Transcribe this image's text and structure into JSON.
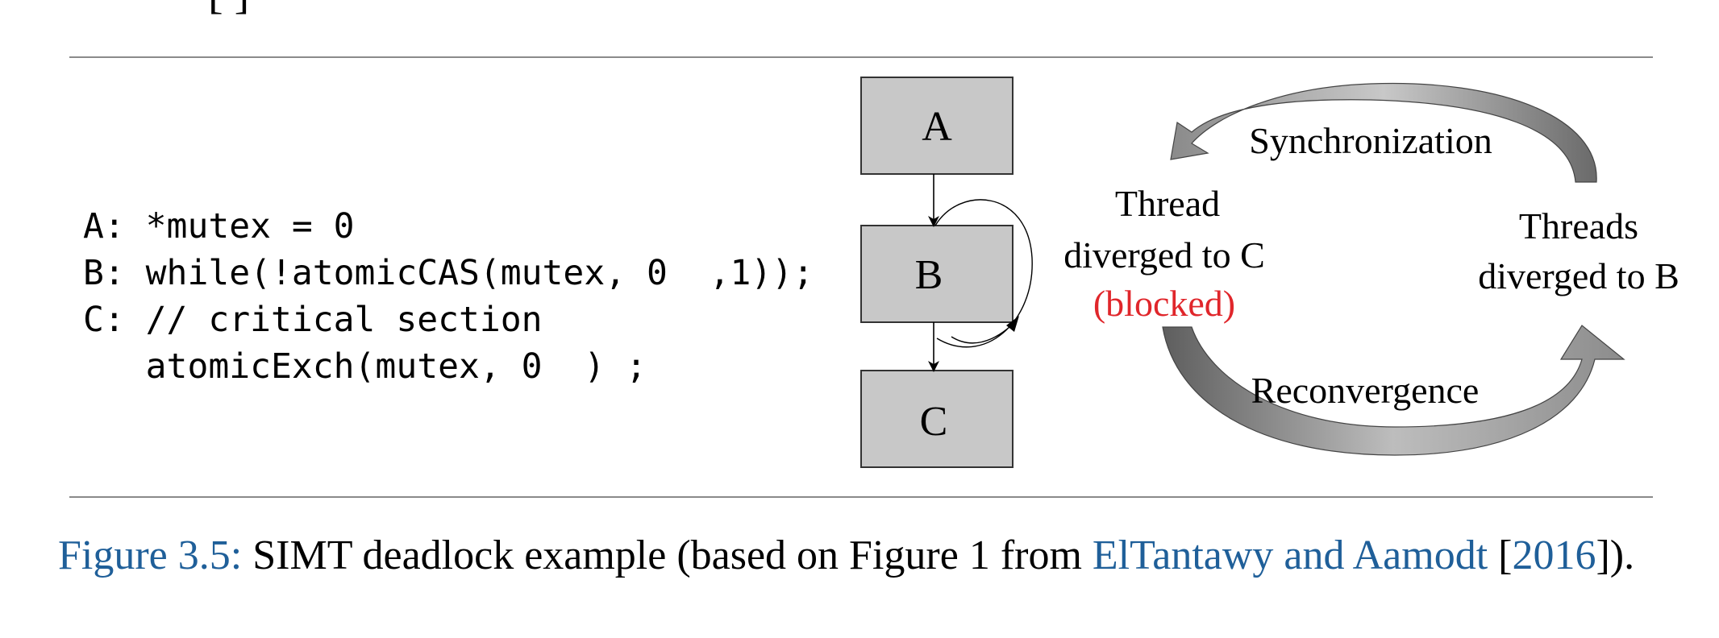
{
  "top_fragment": "[ ]",
  "code": {
    "line_a": "A: *mutex = 0",
    "line_b": "B: while(!atomicCAS(mutex, 0  ,1));",
    "line_c1": "C: // critical section",
    "line_c2": "   atomicExch(mutex, 0  ) ;"
  },
  "flow": {
    "block_a": "A",
    "block_b": "B",
    "block_c": "C"
  },
  "cycle": {
    "sync_label": "Synchronization",
    "reconv_label": "Reconvergence",
    "left_line1": "Thread",
    "left_line2": "diverged to C",
    "left_status": "(blocked)",
    "right_line1": "Threads",
    "right_line2": "diverged to B"
  },
  "caption": {
    "label": "Figure 3.5:",
    "text": " SIMT deadlock example (based on Figure 1 from ",
    "ref_authors": "ElTantawy and Aamodt",
    "bracket_open": " [",
    "ref_year": "2016",
    "bracket_close": "])."
  },
  "colors": {
    "block_fill": "#c8c8c8",
    "blocked_text": "#e0262b",
    "link_text": "#1f5f99"
  }
}
